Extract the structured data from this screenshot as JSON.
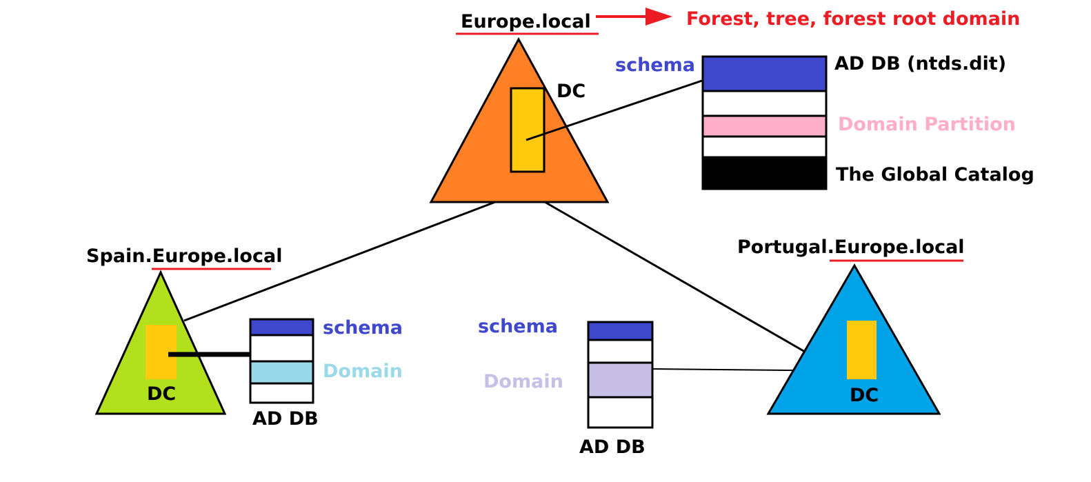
{
  "root": {
    "name": "Europe.local",
    "annotation": "Forest, tree, forest root domain",
    "dc_label": "DC",
    "db": {
      "title": "AD DB (ntds.dit)",
      "schema_label": "schema",
      "domain_label": "Domain Partition",
      "gc_label": "The Global Catalog"
    }
  },
  "spain": {
    "prefix": "Spain.",
    "suffix": "Europe.local",
    "dc_label": "DC",
    "db": {
      "title": "AD DB",
      "schema_label": "schema",
      "domain_label": "Domain"
    }
  },
  "portugal": {
    "prefix": "Portugal.",
    "suffix": "Europe.local",
    "dc_label": "DC",
    "db": {
      "title": "AD DB",
      "schema_label": "schema",
      "domain_label": "Domain"
    }
  },
  "colors": {
    "root_domain": "#FF8025",
    "spain_domain": "#B2E01C",
    "portugal_domain": "#00A2E8",
    "dc": "#FFC90E",
    "schema": "#3F48CC",
    "root_partition": "#FFAEC9",
    "spain_partition": "#99D9EA",
    "portugal_partition": "#C8BFE7",
    "global_catalog": "#000000",
    "annotation": "#ED1C24"
  }
}
